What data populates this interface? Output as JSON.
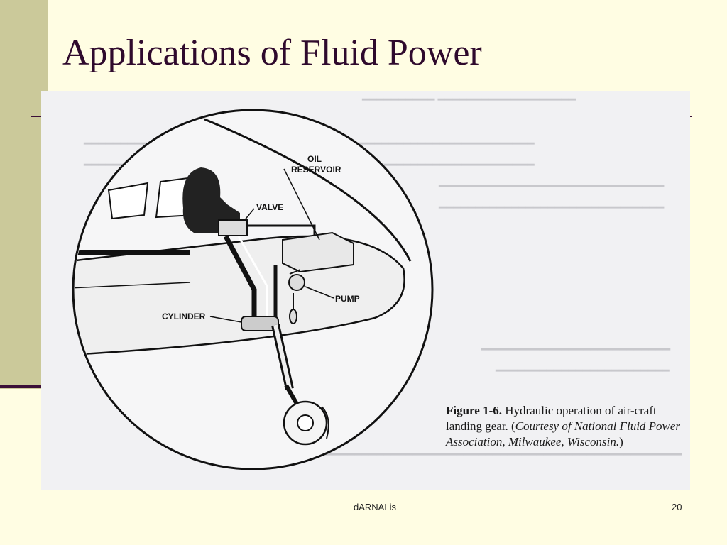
{
  "slide": {
    "title": "Applications of Fluid Power",
    "footer_author": "dARNALis",
    "page_number": "20"
  },
  "figure": {
    "labels": {
      "oil": "OIL",
      "reservoir": "RESERVOIR",
      "valve": "VALVE",
      "pump": "PUMP",
      "cylinder": "CYLINDER"
    },
    "caption": {
      "lead": "Figure 1-6.",
      "text": "Hydraulic operation of air-craft landing gear. (",
      "credit": "Courtesy of National Fluid Power Association, Milwaukee, Wisconsin.",
      "close": ")"
    }
  },
  "colors": {
    "background": "#fffde3",
    "band": "#cbc99a",
    "accent": "#3b0f38"
  }
}
